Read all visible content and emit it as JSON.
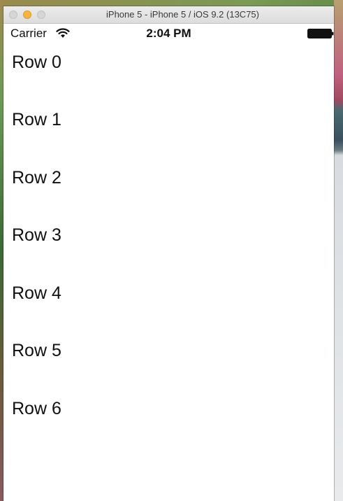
{
  "window": {
    "title": "iPhone 5 - iPhone 5 / iOS 9.2 (13C75)"
  },
  "statusbar": {
    "carrier": "Carrier",
    "time": "2:04 PM",
    "wifi_icon": "wifi-icon",
    "battery_icon": "battery-icon"
  },
  "table": {
    "rows": [
      {
        "label": "Row 0"
      },
      {
        "label": "Row 1"
      },
      {
        "label": "Row 2"
      },
      {
        "label": "Row 3"
      },
      {
        "label": "Row 4"
      },
      {
        "label": "Row 5"
      },
      {
        "label": "Row 6"
      }
    ]
  },
  "colors": {
    "minimize": "#f5b540",
    "background": "#ffffff",
    "text": "#111111"
  }
}
